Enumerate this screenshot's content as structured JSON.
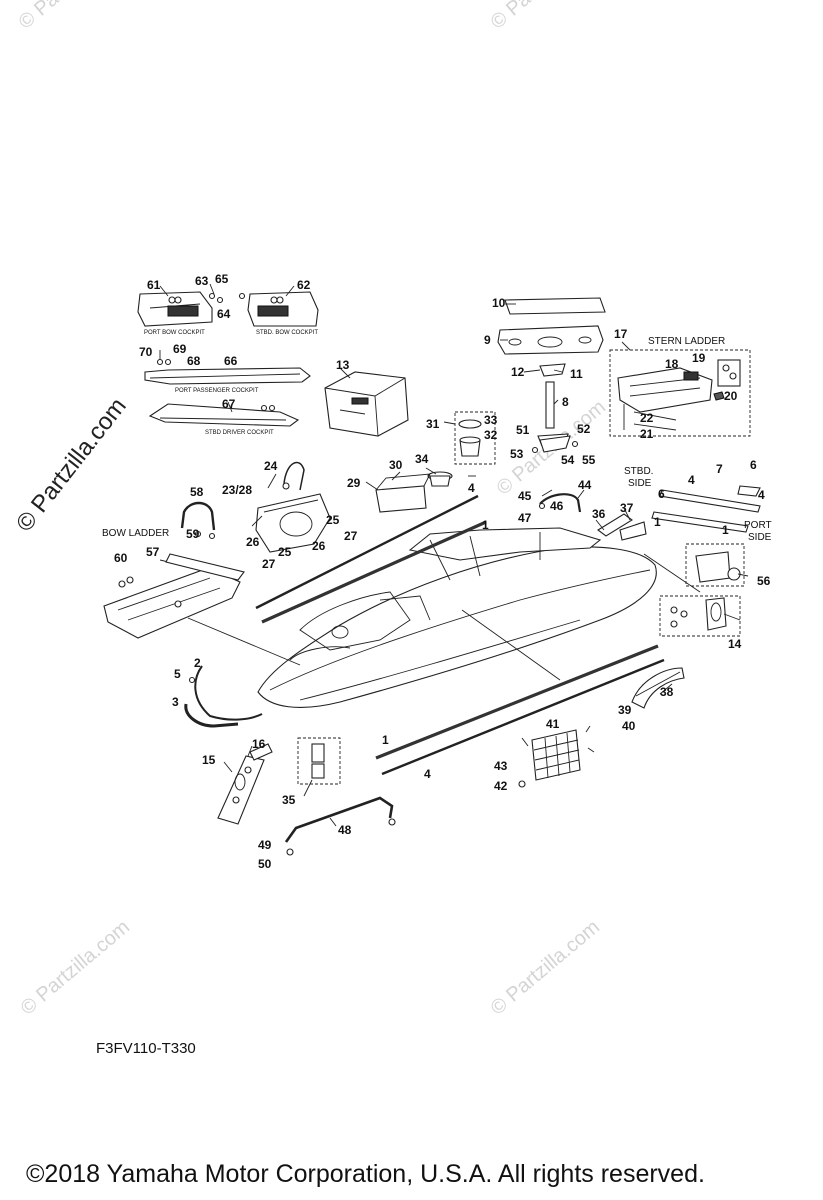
{
  "watermarks": {
    "small": "© Partzilla.com",
    "main": "© Partzilla.com"
  },
  "figure_code": "F3FV110-T330",
  "copyright": "©2018  Yamaha Motor Corporation, U.S.A. All rights reserved.",
  "group_labels": {
    "stern_ladder": "STERN LADDER",
    "bow_ladder": "BOW LADDER",
    "stbd_side": "STBD. SIDE",
    "stbd_side_l1": "STBD.",
    "stbd_side_l2": "SIDE",
    "port_side_l1": "PORT",
    "port_side_l2": "SIDE"
  },
  "cockpit_captions": {
    "port_bow": "PORT BOW COCKPIT",
    "stbd_bow": "STBD. BOW COCKPIT",
    "port_passenger": "PORT PASSENGER COCKPIT",
    "stbd_driver": "STBD DRIVER COCKPIT"
  },
  "callouts": {
    "c1a": "1",
    "c1b": "1",
    "c1c": "1",
    "c1d": "1",
    "c2": "2",
    "c3": "3",
    "c4a": "4",
    "c4b": "4",
    "c4c": "4",
    "c4d": "4",
    "c5": "5",
    "c6a": "6",
    "c6b": "6",
    "c7": "7",
    "c8": "8",
    "c9": "9",
    "c10": "10",
    "c11": "11",
    "c12": "12",
    "c13": "13",
    "c14": "14",
    "c15": "15",
    "c16": "16",
    "c17": "17",
    "c18": "18",
    "c19": "19",
    "c20": "20",
    "c21": "21",
    "c22": "22",
    "c23_28": "23/28",
    "c24": "24",
    "c25a": "25",
    "c25b": "25",
    "c26a": "26",
    "c26b": "26",
    "c27a": "27",
    "c27b": "27",
    "c29": "29",
    "c30": "30",
    "c31": "31",
    "c32": "32",
    "c33": "33",
    "c34": "34",
    "c35": "35",
    "c36": "36",
    "c37": "37",
    "c38": "38",
    "c39": "39",
    "c40": "40",
    "c41": "41",
    "c42": "42",
    "c43": "43",
    "c44": "44",
    "c45": "45",
    "c46": "46",
    "c47": "47",
    "c48": "48",
    "c49": "49",
    "c50": "50",
    "c51": "51",
    "c52": "52",
    "c53": "53",
    "c54": "54",
    "c55": "55",
    "c56": "56",
    "c57": "57",
    "c58": "58",
    "c59": "59",
    "c60": "60",
    "c61": "61",
    "c62": "62",
    "c63": "63",
    "c64": "64",
    "c65": "65",
    "c66": "66",
    "c67": "67",
    "c68": "68",
    "c69": "69",
    "c70": "70"
  }
}
